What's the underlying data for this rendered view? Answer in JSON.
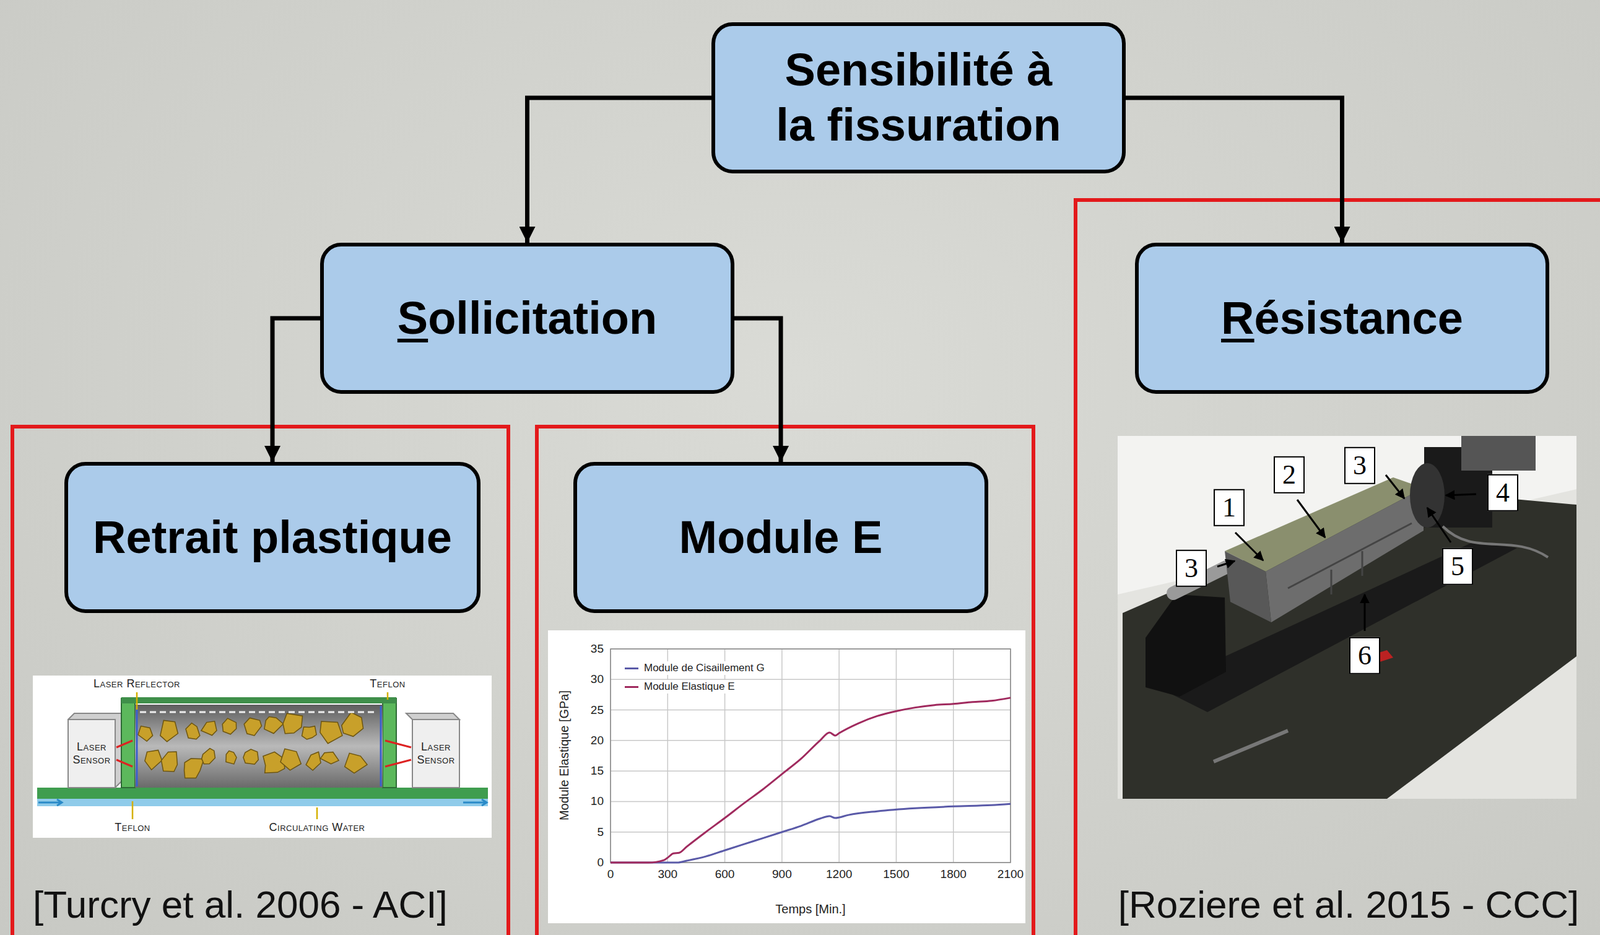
{
  "diagram": {
    "nodes": [
      {
        "text": [
          "Sensibilité à la fissuration"
        ]
      },
      {
        "text": [
          "Sollicitation"
        ]
      },
      {
        "text": [
          "Résistance"
        ]
      },
      {
        "text": [
          "Retrait plastique"
        ]
      },
      {
        "text": [
          "Module E"
        ]
      }
    ],
    "edges": [
      {
        "from": 0,
        "to": 1,
        "arrow": "to"
      },
      {
        "from": 0,
        "to": 2,
        "arrow": "to"
      },
      {
        "from": 1,
        "to": 3,
        "arrow": "to"
      },
      {
        "from": 1,
        "to": 4,
        "arrow": "to"
      }
    ],
    "labels": [
      "Laser Reflector",
      "Teflon",
      "Laser Sensor",
      "Laser Sensor",
      "Teflon",
      "Circulating Water",
      "[Turcry et al. 2006 - ACI]",
      "35",
      "30",
      "25",
      "20",
      "15",
      "10",
      "5",
      "0",
      "0",
      "300",
      "600",
      "900",
      "1200",
      "1500",
      "1800",
      "2100",
      "Module Elastique [GPa]",
      "Temps [Min.]",
      "3",
      "2",
      "4",
      "1",
      "5",
      "3",
      "6",
      "[Roziere et al. 2015 - CCC]"
    ],
    "legend": [
      {
        "text": "Module de Cisaillement G"
      },
      {
        "text": "Module Elastique E"
      }
    ]
  }
}
